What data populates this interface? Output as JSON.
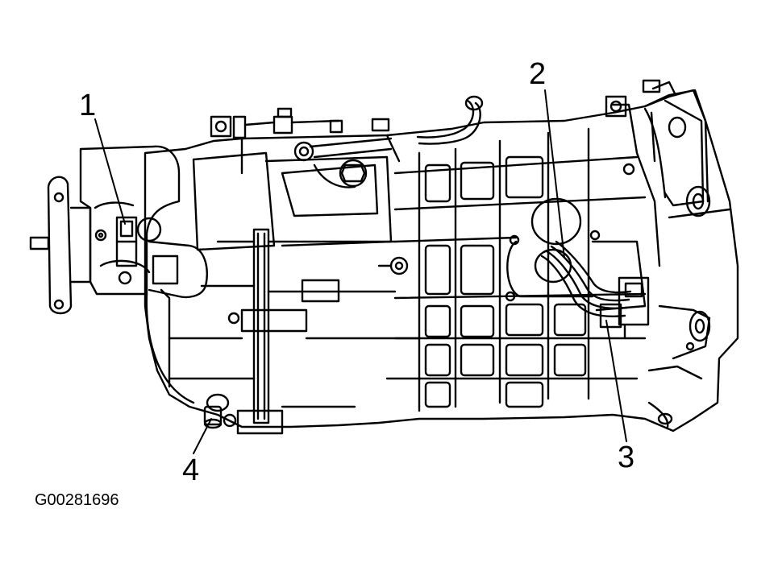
{
  "diagram": {
    "callouts": [
      {
        "label": "1"
      },
      {
        "label": "2"
      },
      {
        "label": "3"
      },
      {
        "label": "4"
      }
    ],
    "figure_id": "G00281696"
  },
  "colors": {
    "ink": "#000000",
    "paper": "#ffffff"
  }
}
